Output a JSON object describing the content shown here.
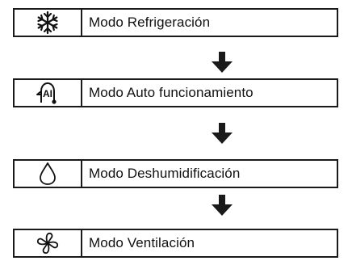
{
  "modes": [
    {
      "icon": "snowflake-icon",
      "label": "Modo Refrigeración"
    },
    {
      "icon": "ai-auto-icon",
      "icon_text": "AI",
      "label": "Modo Auto funcionamiento"
    },
    {
      "icon": "water-drop-icon",
      "label": "Modo Deshumidificación"
    },
    {
      "icon": "fan-icon",
      "label": "Modo Ventilación"
    }
  ],
  "arrow_icon": "down-arrow-icon",
  "colors": {
    "stroke": "#1a1a1a",
    "background": "#ffffff"
  }
}
